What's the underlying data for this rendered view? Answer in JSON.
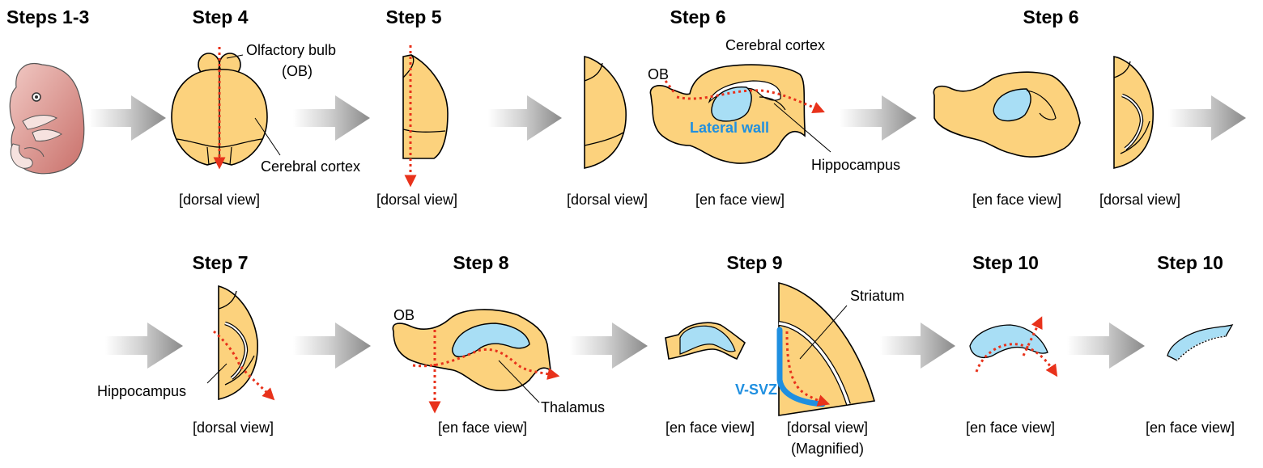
{
  "steps": {
    "s123": "Steps 1-3",
    "s4": "Step 4",
    "s5": "Step 5",
    "s6a": "Step 6",
    "s6b": "Step 6",
    "s7": "Step 7",
    "s8": "Step 8",
    "s9": "Step 9",
    "s10a": "Step 10",
    "s10b": "Step 10"
  },
  "views": {
    "v1": "[dorsal view]",
    "v2": "[dorsal view]",
    "v3": "[dorsal view]",
    "v4": "[en face view]",
    "v5": "[en face view]",
    "v6": "[dorsal view]",
    "v7": "[dorsal view]",
    "v8": "[en face view]",
    "v9": "[en face view]",
    "v10": "[dorsal view]",
    "v10b": "(Magnified)",
    "v11": "[en face view]",
    "v12": "[en face view]"
  },
  "labels": {
    "olfactory_bulb": "Olfactory bulb",
    "ob_abbr": "(OB)",
    "cerebral_cortex_1": "Cerebral cortex",
    "cerebral_cortex_2": "Cerebral cortex",
    "ob_1": "OB",
    "ob_2": "OB",
    "lateral_wall": "Lateral wall",
    "hippocampus_1": "Hippocampus",
    "hippocampus_2": "Hippocampus",
    "thalamus": "Thalamus",
    "striatum": "Striatum",
    "vsvz": "V-SVZ"
  },
  "colors": {
    "tissue": "#fcd27d",
    "ventricle": "#a8def5",
    "cut_line": "#e8321b",
    "vsvz": "#1f8fe0",
    "embryo": "#d98a86",
    "arrow": "#9a9a9a"
  }
}
